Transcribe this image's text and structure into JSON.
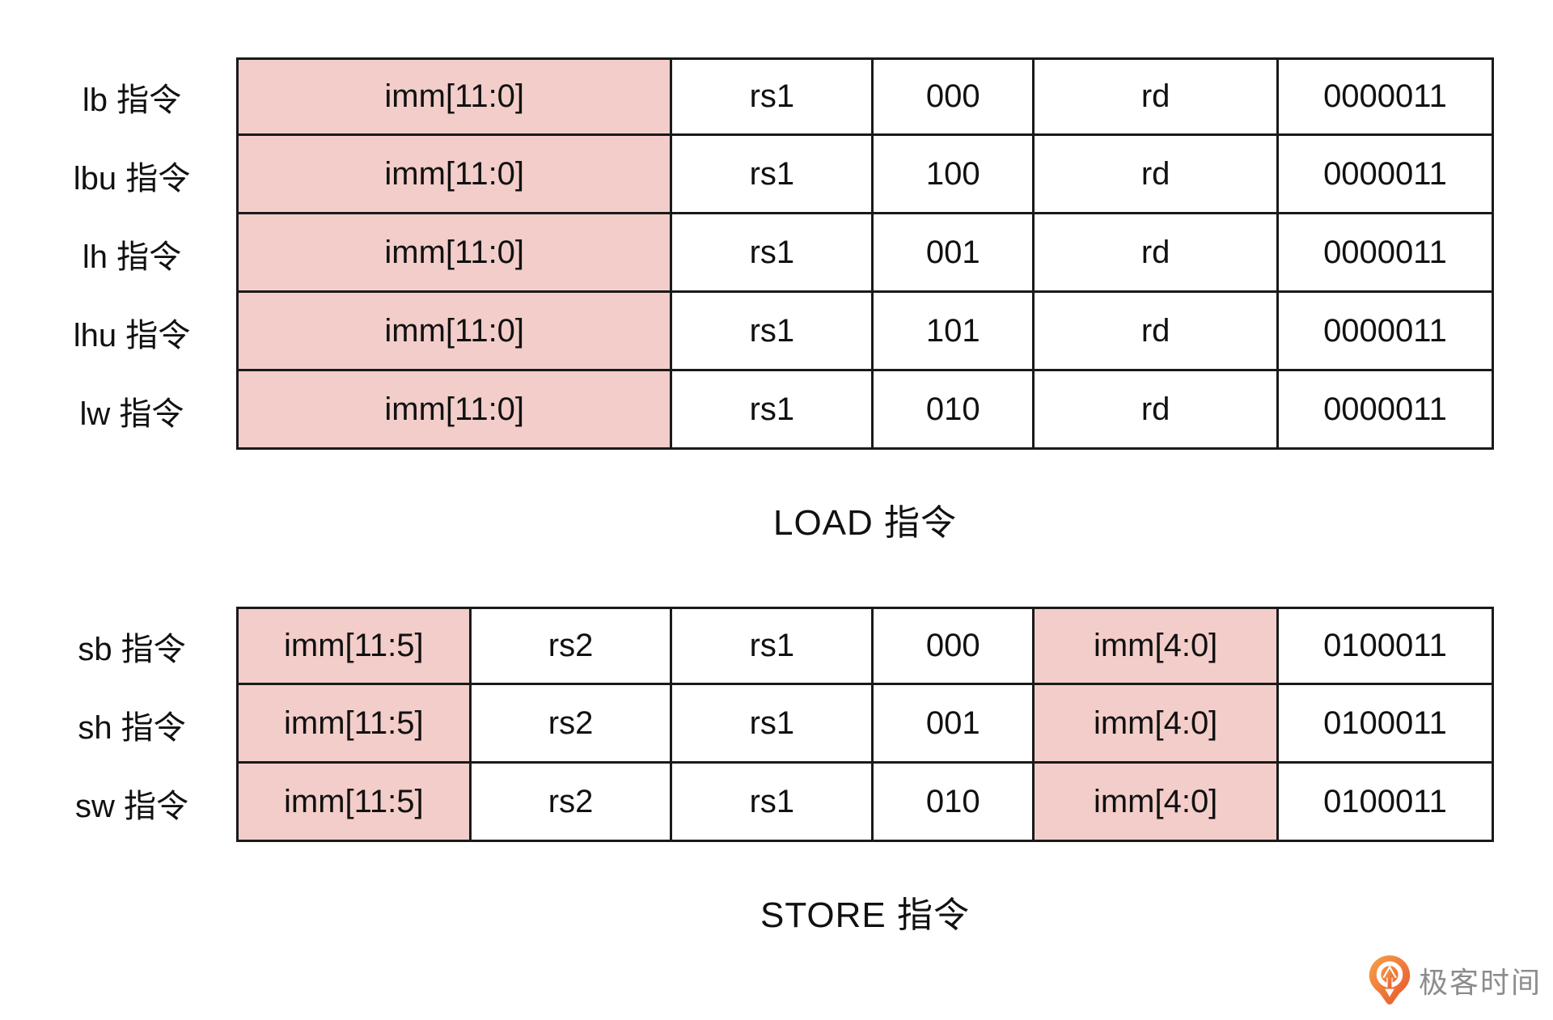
{
  "colors": {
    "highlight": "#f2cdc9",
    "border": "#1a1a1a",
    "text": "#111111",
    "logo_text": "#8c8c8c",
    "logo_orange_light": "#f6a24a",
    "logo_orange_dark": "#e7542c"
  },
  "load_table": {
    "caption": "LOAD 指令",
    "columns_pct": [
      34.5,
      16.0,
      12.8,
      19.4,
      17.3
    ],
    "highlight_cols": [
      0
    ],
    "rows": [
      {
        "label": "lb 指令",
        "cells": [
          "imm[11:0]",
          "rs1",
          "000",
          "rd",
          "0000011"
        ]
      },
      {
        "label": "lbu 指令",
        "cells": [
          "imm[11:0]",
          "rs1",
          "100",
          "rd",
          "0000011"
        ]
      },
      {
        "label": "lh 指令",
        "cells": [
          "imm[11:0]",
          "rs1",
          "001",
          "rd",
          "0000011"
        ]
      },
      {
        "label": "lhu 指令",
        "cells": [
          "imm[11:0]",
          "rs1",
          "101",
          "rd",
          "0000011"
        ]
      },
      {
        "label": "lw 指令",
        "cells": [
          "imm[11:0]",
          "rs1",
          "010",
          "rd",
          "0000011"
        ]
      }
    ]
  },
  "store_table": {
    "caption": "STORE 指令",
    "columns_pct": [
      18.5,
      16.0,
      16.0,
      12.8,
      19.4,
      17.3
    ],
    "highlight_cols": [
      0,
      4
    ],
    "rows": [
      {
        "label": "sb 指令",
        "cells": [
          "imm[11:5]",
          "rs2",
          "rs1",
          "000",
          "imm[4:0]",
          "0100011"
        ]
      },
      {
        "label": "sh 指令",
        "cells": [
          "imm[11:5]",
          "rs2",
          "rs1",
          "001",
          "imm[4:0]",
          "0100011"
        ]
      },
      {
        "label": "sw 指令",
        "cells": [
          "imm[11:5]",
          "rs2",
          "rs1",
          "010",
          "imm[4:0]",
          "0100011"
        ]
      }
    ]
  },
  "logo": {
    "text": "极客时间"
  }
}
